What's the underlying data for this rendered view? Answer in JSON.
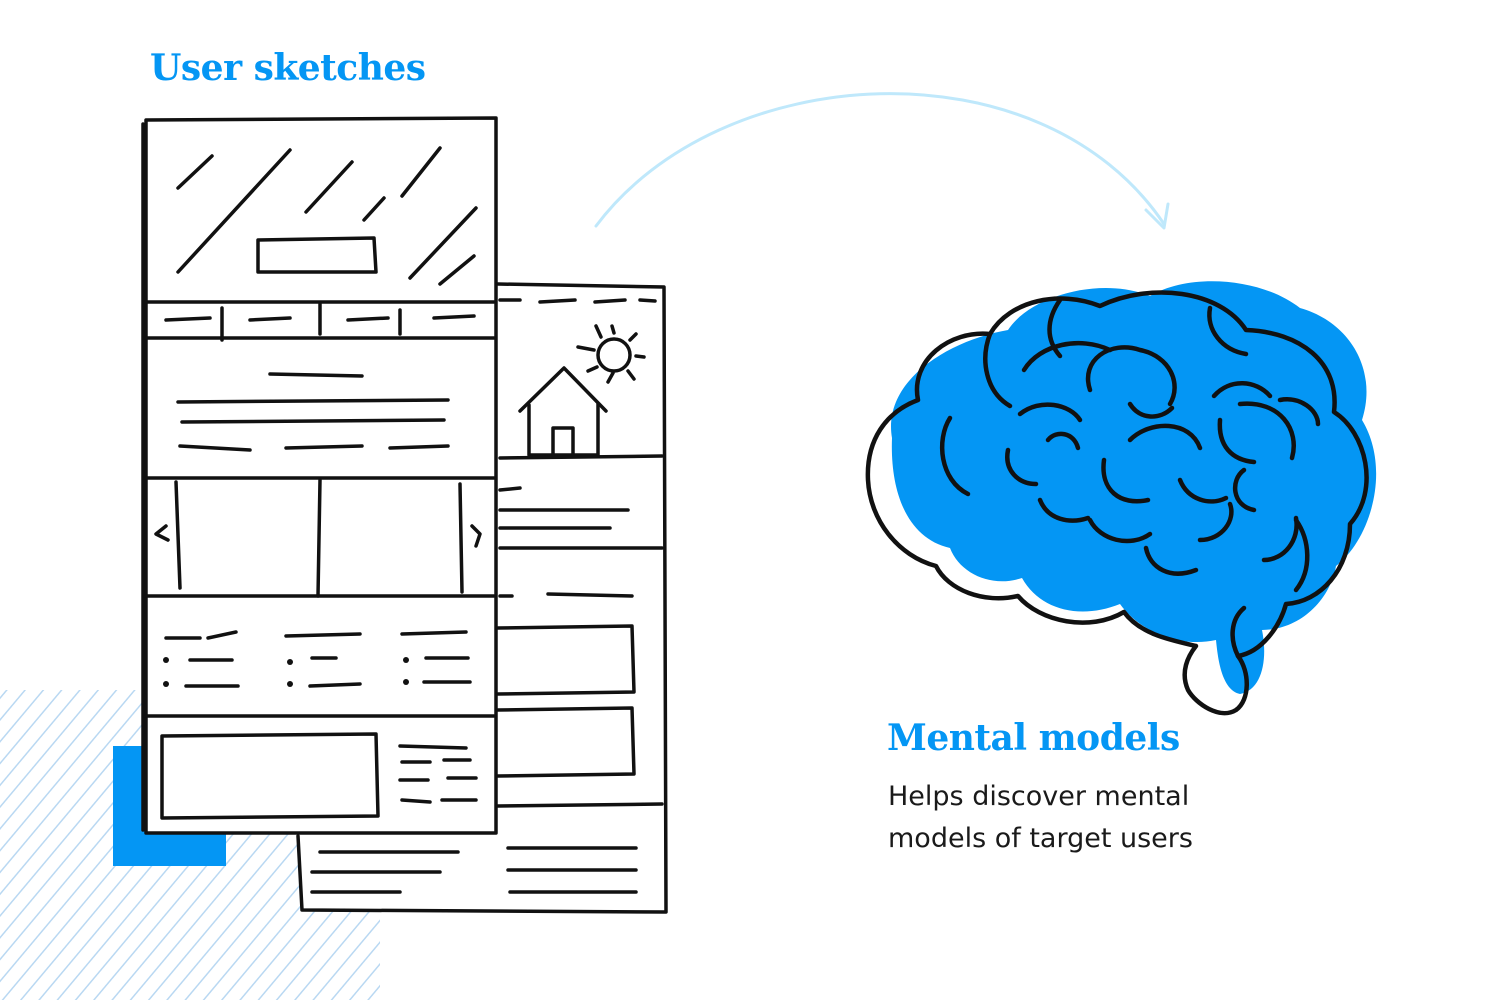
{
  "colors": {
    "accent": "#0496f4",
    "ink": "#111111",
    "arrow": "#bfe8fb",
    "hatch": "#b9d8f2"
  },
  "sketches": {
    "title": "User sketches"
  },
  "models": {
    "title": "Mental models",
    "description": "Helps discover mental models of target users"
  },
  "icons": [
    "wireframe-sketch-front",
    "wireframe-sketch-back",
    "sun-icon",
    "house-icon",
    "brain-icon",
    "curved-arrow-icon"
  ]
}
